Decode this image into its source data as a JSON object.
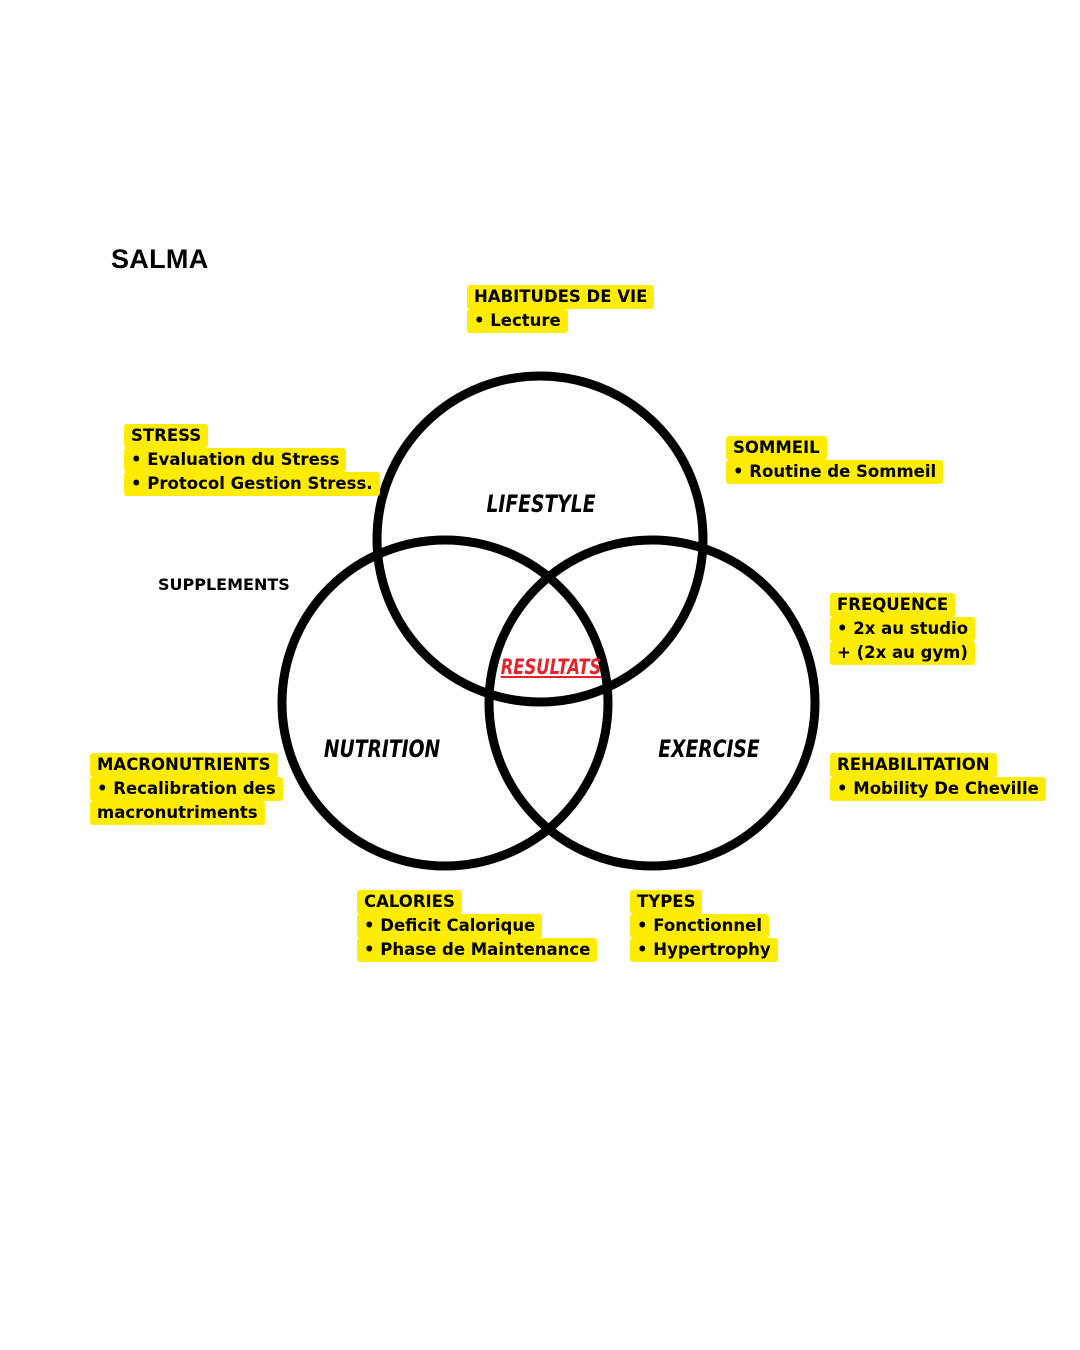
{
  "title": "SALMA",
  "supplements_label": "SUPPLEMENTS",
  "circles": {
    "lifestyle": "LIFESTYLE",
    "nutrition": "NUTRITION",
    "exercise": "EXERCISE",
    "center": "RESULTATS"
  },
  "colors": {
    "highlight": "#ffec00",
    "center_text": "#e8212d",
    "circle_stroke": "#000000"
  },
  "notes": {
    "habitudes": {
      "heading": "HABITUDES DE VIE",
      "items": [
        "• Lecture"
      ]
    },
    "stress": {
      "heading": "STRESS",
      "items": [
        "• Evaluation du Stress",
        "• Protocol Gestion Stress."
      ]
    },
    "sommeil": {
      "heading": "SOMMEIL",
      "items": [
        "• Routine de Sommeil"
      ]
    },
    "frequence": {
      "heading": "FREQUENCE",
      "items": [
        "• 2x au studio",
        "+ (2x au gym)"
      ]
    },
    "macros": {
      "heading": "MACRONUTRIENTS",
      "items": [
        "• Recalibration des",
        "macronutriments"
      ]
    },
    "rehab": {
      "heading": "REHABILITATION",
      "items": [
        "• Mobility De Cheville"
      ]
    },
    "calories": {
      "heading": "CALORIES",
      "items": [
        "• Deficit Calorique",
        "• Phase de Maintenance"
      ]
    },
    "types": {
      "heading": "TYPES",
      "items": [
        "• Fonctionnel",
        "• Hypertrophy"
      ]
    }
  }
}
